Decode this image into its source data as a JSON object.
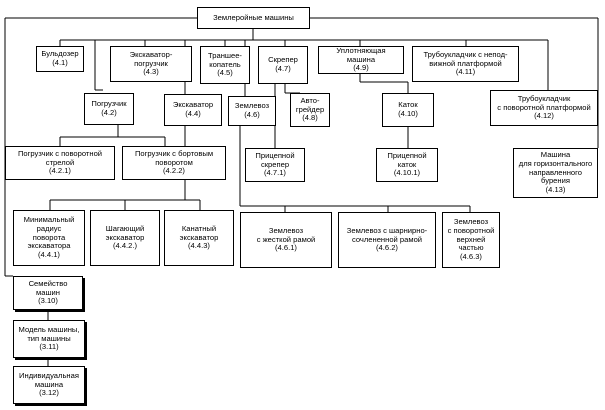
{
  "nodes": {
    "root": {
      "lines": [
        "Землеройные машины"
      ]
    },
    "n4_1": {
      "lines": [
        "Бульдозер",
        "(4.1)"
      ]
    },
    "n4_3": {
      "lines": [
        "Экскаватор-",
        "погрузчик",
        "(4.3)"
      ]
    },
    "n4_5": {
      "lines": [
        "Траншее-",
        "копатель",
        "(4.5)"
      ]
    },
    "n4_7": {
      "lines": [
        "Скрепер",
        "(4.7)"
      ]
    },
    "n4_9": {
      "lines": [
        "Уплотняющая",
        "машина",
        "(4.9)"
      ]
    },
    "n4_11": {
      "lines": [
        "Трубоукладчик с непод-",
        "вижной платформой",
        "(4.11)"
      ]
    },
    "n4_2": {
      "lines": [
        "Погрузчик",
        "(4.2)"
      ]
    },
    "n4_4": {
      "lines": [
        "Экскаватор",
        "(4.4)"
      ]
    },
    "n4_6": {
      "lines": [
        "Землевоз",
        "(4.6)"
      ]
    },
    "n4_8": {
      "lines": [
        "Авто-",
        "грейдер",
        "(4.8)"
      ]
    },
    "n4_10": {
      "lines": [
        "Каток",
        "(4.10)"
      ]
    },
    "n4_12": {
      "lines": [
        "Трубоукладчик",
        "с поворотной платформой",
        "(4.12)"
      ]
    },
    "n4_2_1": {
      "lines": [
        "Погрузчик с поворотной",
        "стрелой",
        "(4.2.1)"
      ]
    },
    "n4_2_2": {
      "lines": [
        "Погрузчик с бортовым",
        "поворотом",
        "(4.2.2)"
      ]
    },
    "n4_7_1": {
      "lines": [
        "Прицепной",
        "скрепер",
        "(4.7.1)"
      ]
    },
    "n4_10_1": {
      "lines": [
        "Прицепной",
        "каток",
        "(4.10.1)"
      ]
    },
    "n4_13": {
      "lines": [
        "Машина",
        "для горизонтального",
        "направленного",
        "бурения",
        "(4.13)"
      ]
    },
    "n4_4_1": {
      "lines": [
        "Минимальный",
        "радиус",
        "поворота",
        "экскаватора",
        "(4.4.1)"
      ]
    },
    "n4_4_2": {
      "lines": [
        "Шагающий",
        "экскаватор",
        "(4.4.2.)"
      ]
    },
    "n4_4_3": {
      "lines": [
        "Канатный",
        "экскаватор",
        "(4.4.3)"
      ]
    },
    "n4_6_1": {
      "lines": [
        "Землевоз",
        "с жесткой рамой",
        "(4.6.1)"
      ]
    },
    "n4_6_2": {
      "lines": [
        "Землевоз с шарнирно-",
        "сочлененной рамой",
        "(4.6.2)"
      ]
    },
    "n4_6_3": {
      "lines": [
        "Землевоз",
        "с поворотной",
        "верхней",
        "частью",
        "(4.6.3)"
      ]
    },
    "n3_10": {
      "lines": [
        "Семейство",
        "машин",
        "(3.10)"
      ]
    },
    "n3_11": {
      "lines": [
        "Модель машины,",
        "тип машины",
        "(3.11)"
      ]
    },
    "n3_12": {
      "lines": [
        "Индивидуальная",
        "машина",
        "(3.12)"
      ]
    }
  }
}
